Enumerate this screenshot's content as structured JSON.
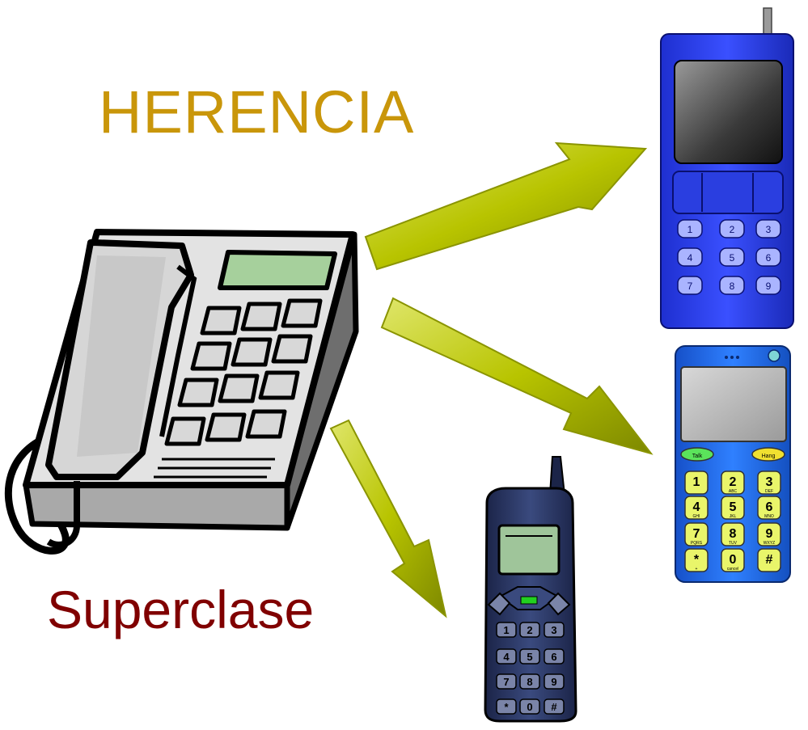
{
  "diagram": {
    "title": "HERENCIA",
    "superclass_label": "Superclase",
    "colors": {
      "title": "#c9960a",
      "superclass_label": "#800000",
      "arrow_fill": "#b8c400",
      "arrow_dark": "#6f7a00"
    }
  },
  "nodes": {
    "superclass": {
      "icon": "desk-phone-icon"
    },
    "subclasses": [
      {
        "icon": "blue-mobile-phone-icon",
        "keys": [
          "1",
          "2",
          "3",
          "4",
          "5",
          "6",
          "7",
          "8",
          "9"
        ]
      },
      {
        "icon": "cordless-phone-icon",
        "buttons": [
          "Talk",
          "Hang"
        ],
        "keys": [
          {
            "num": "1",
            "sub": ""
          },
          {
            "num": "2",
            "sub": "ABC"
          },
          {
            "num": "3",
            "sub": "DEF"
          },
          {
            "num": "4",
            "sub": "GHI"
          },
          {
            "num": "5",
            "sub": "JKL"
          },
          {
            "num": "6",
            "sub": "MNO"
          },
          {
            "num": "7",
            "sub": "PQRS"
          },
          {
            "num": "8",
            "sub": "TUV"
          },
          {
            "num": "9",
            "sub": "WXYZ"
          },
          {
            "num": "*",
            "sub": "+"
          },
          {
            "num": "0",
            "sub": "cancel"
          },
          {
            "num": "#",
            "sub": ""
          }
        ]
      },
      {
        "icon": "navy-cell-phone-icon",
        "keys": [
          "1",
          "2",
          "3",
          "4",
          "5",
          "6",
          "7",
          "8",
          "9",
          "*",
          "0",
          "#"
        ]
      }
    ]
  }
}
